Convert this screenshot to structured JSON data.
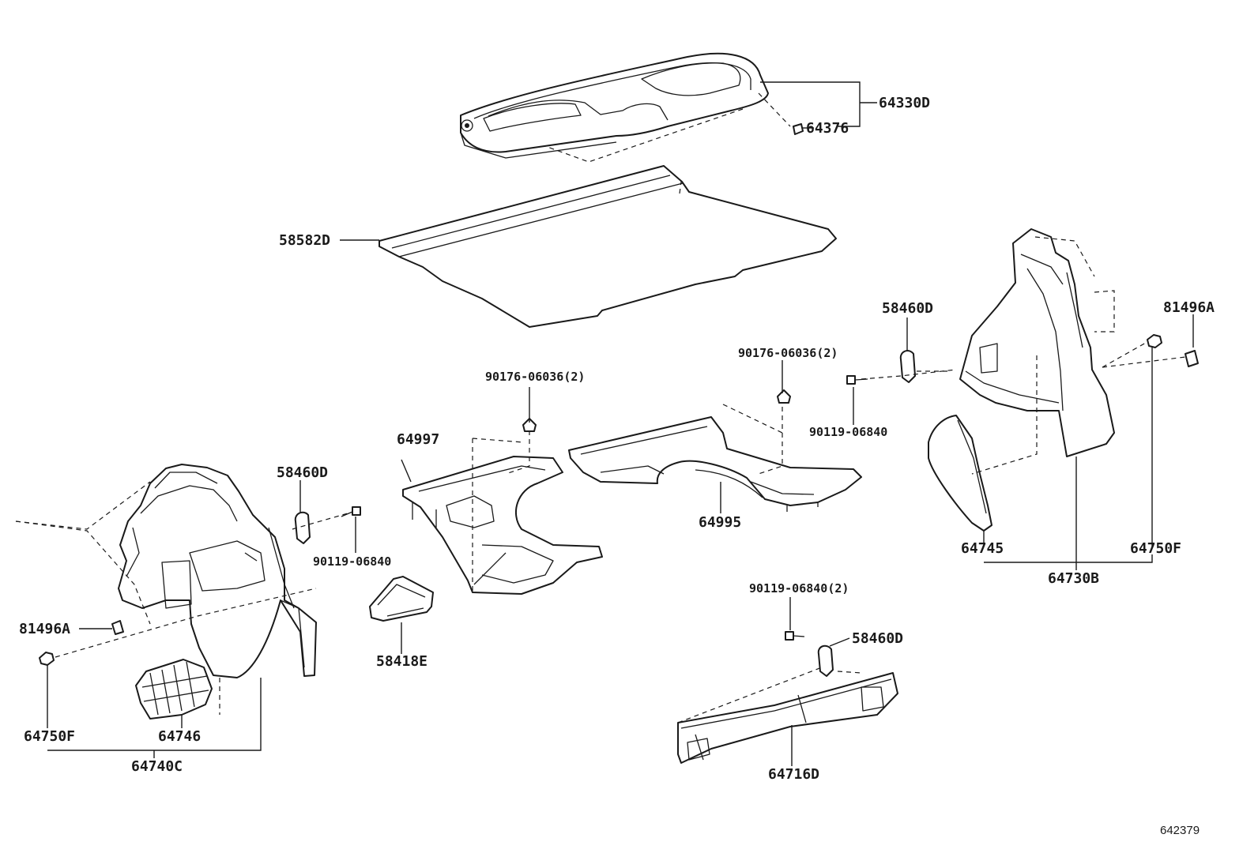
{
  "diagram": {
    "figure_number": "642379",
    "parts": {
      "tray_assy": "64330D",
      "clip_64376": "64376",
      "mat": "58582D",
      "box_64997": "64997",
      "box_64995": "64995",
      "cover_58418": "58418E",
      "plate_64716": "64716D",
      "trim_left_assy": "64740C",
      "trim_right_assy": "64730B",
      "left_grille": "64746",
      "right_cover": "64745",
      "clip_64750_left": "64750F",
      "clip_64750_right": "64750F",
      "clip_81496_left": "81496A",
      "clip_81496_right": "81496A",
      "hook_left": "58460D",
      "hook_right": "58460D",
      "hook_bottom": "58460D",
      "screw_left": "90119-06840",
      "screw_right": "90119-06840",
      "screw_bottom": "90119-06840(2)",
      "nut_left": "90176-06036(2)",
      "nut_right": "90176-06036(2)"
    }
  }
}
